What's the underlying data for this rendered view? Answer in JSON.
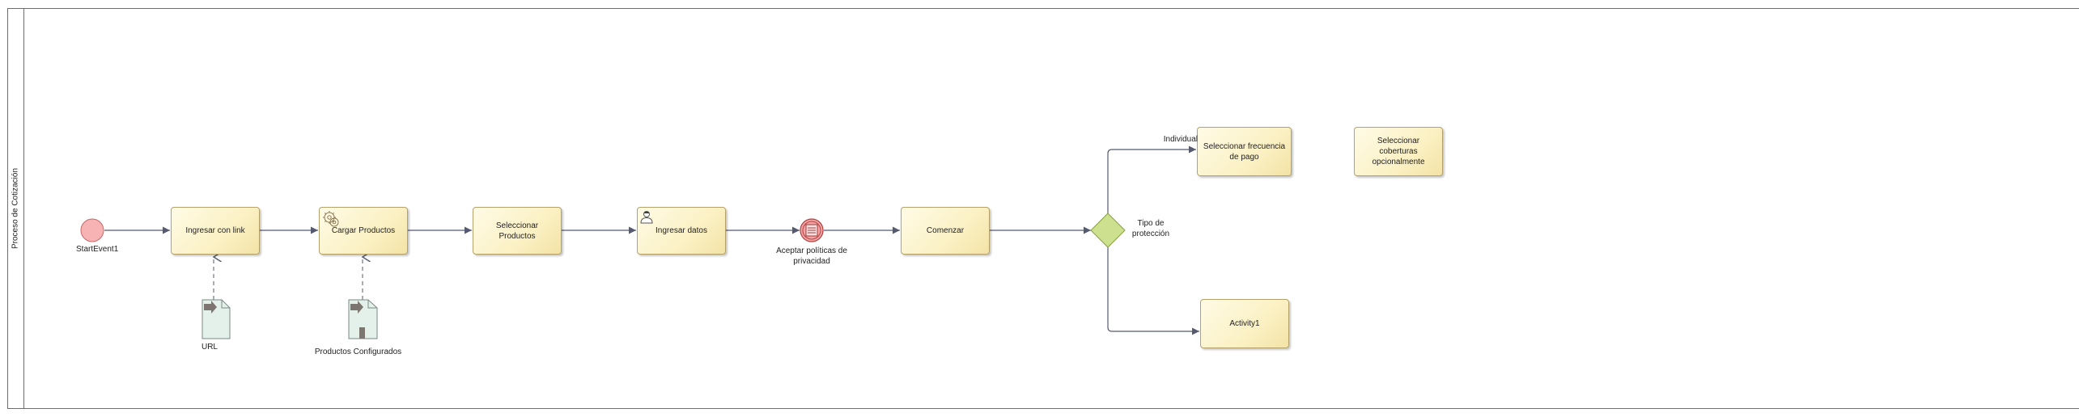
{
  "pool": {
    "label": "Proceso de Cotización"
  },
  "events": {
    "start": {
      "label": "StartEvent1"
    },
    "intermediate": {
      "label": "Aceptar políticas de privacidad"
    }
  },
  "tasks": {
    "ingresar_link": "Ingresar con link",
    "cargar_productos": "Cargar Productos",
    "seleccionar_productos": "Seleccionar Productos",
    "ingresar_datos": "Ingresar datos",
    "comenzar": "Comenzar",
    "seleccionar_frecuencia": "Seleccionar frecuencia de pago",
    "seleccionar_coberturas": "Seleccionar coberturas opcionalmente",
    "activity1": "Activity1"
  },
  "data_objects": {
    "url": "URL",
    "productos_configurados": "Productos Configurados"
  },
  "gateway": {
    "label": "Tipo de protección"
  },
  "flows": {
    "individual": "Individual"
  },
  "colors": {
    "task_fill": "#fbf1c4",
    "task_border": "#b5a16a",
    "start_event_fill": "#f7b3b3",
    "intermediate_event_fill": "#f4a6a6",
    "gateway_fill": "#cce08f",
    "data_object_fill": "#e3f1ea",
    "connector": "#555a70"
  }
}
